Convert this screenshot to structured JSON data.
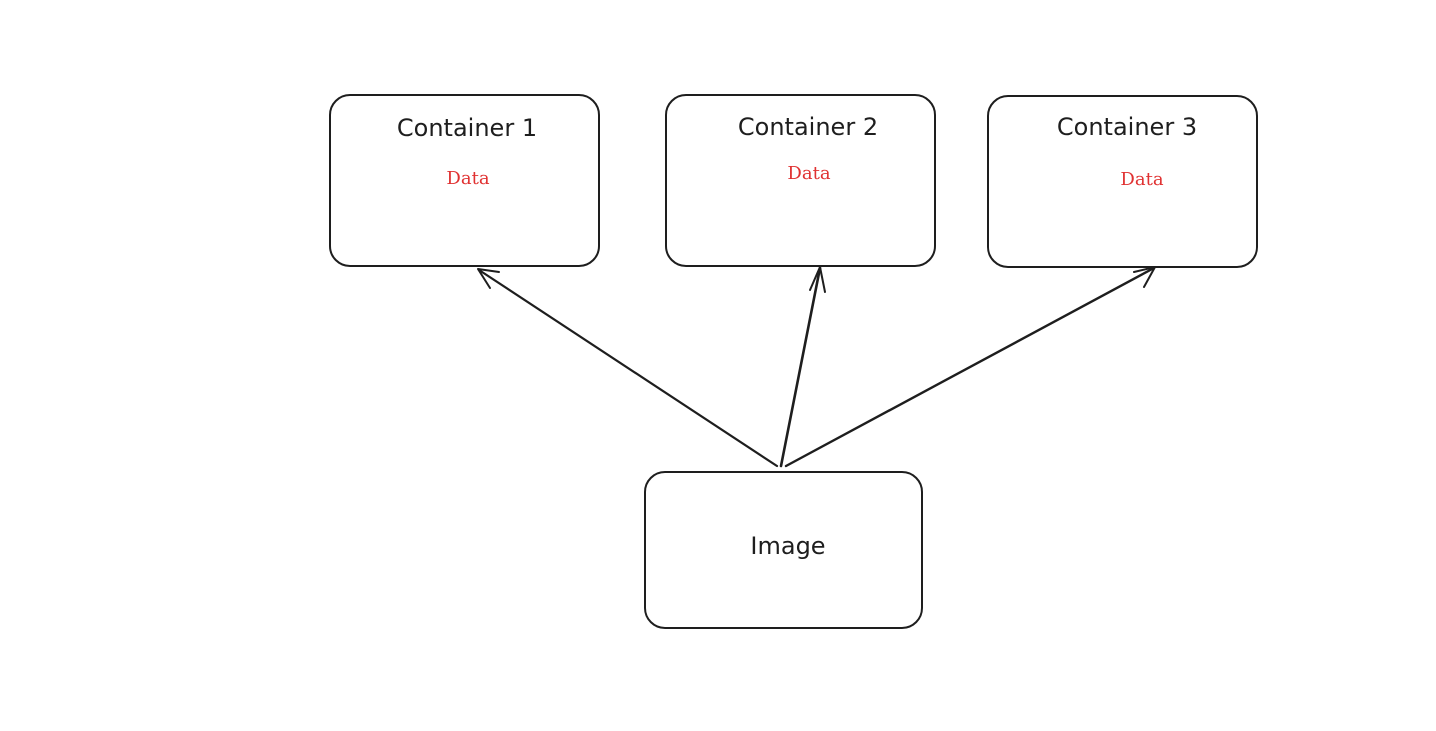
{
  "diagram": {
    "containers": [
      {
        "title": "Container 1",
        "data_label": "Data"
      },
      {
        "title": "Container 2",
        "data_label": "Data"
      },
      {
        "title": "Container 3",
        "data_label": "Data"
      }
    ],
    "source": {
      "title": "Image"
    },
    "colors": {
      "stroke": "#1e1e1e",
      "data_text": "#e03131",
      "background": "#ffffff"
    }
  }
}
